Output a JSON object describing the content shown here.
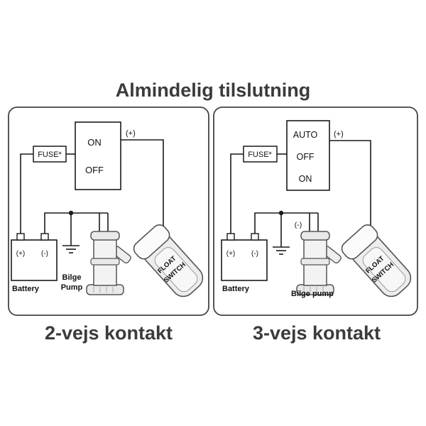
{
  "title": "Almindelig tilslutning",
  "left_panel": {
    "caption": "2-vejs kontakt",
    "switch_positions": {
      "on": "ON",
      "off": "OFF"
    },
    "fuse": "FUSE*",
    "positive": "(+)",
    "battery": {
      "plus": "(+)",
      "minus": "(-)",
      "label": "Battery"
    },
    "pump": {
      "line1": "Bilge",
      "line2": "Pump"
    },
    "float_switch": {
      "line1": "FLOAT",
      "line2": "SWITCH"
    }
  },
  "right_panel": {
    "caption": "3-vejs kontakt",
    "switch_positions": {
      "auto": "AUTO",
      "off": "OFF",
      "on": "ON"
    },
    "fuse": "FUSE*",
    "positive": "(+)",
    "negative": "(-)",
    "battery": {
      "plus": "(+)",
      "minus": "(-)",
      "label": "Battery"
    },
    "pump": {
      "label": "Bilge pump"
    },
    "float_switch": {
      "line1": "FLOAT",
      "line2": "SWITCH"
    }
  },
  "colors": {
    "wire": "#1a1a1a",
    "panel_border": "#444444",
    "heading_text": "#3b3b3b"
  }
}
